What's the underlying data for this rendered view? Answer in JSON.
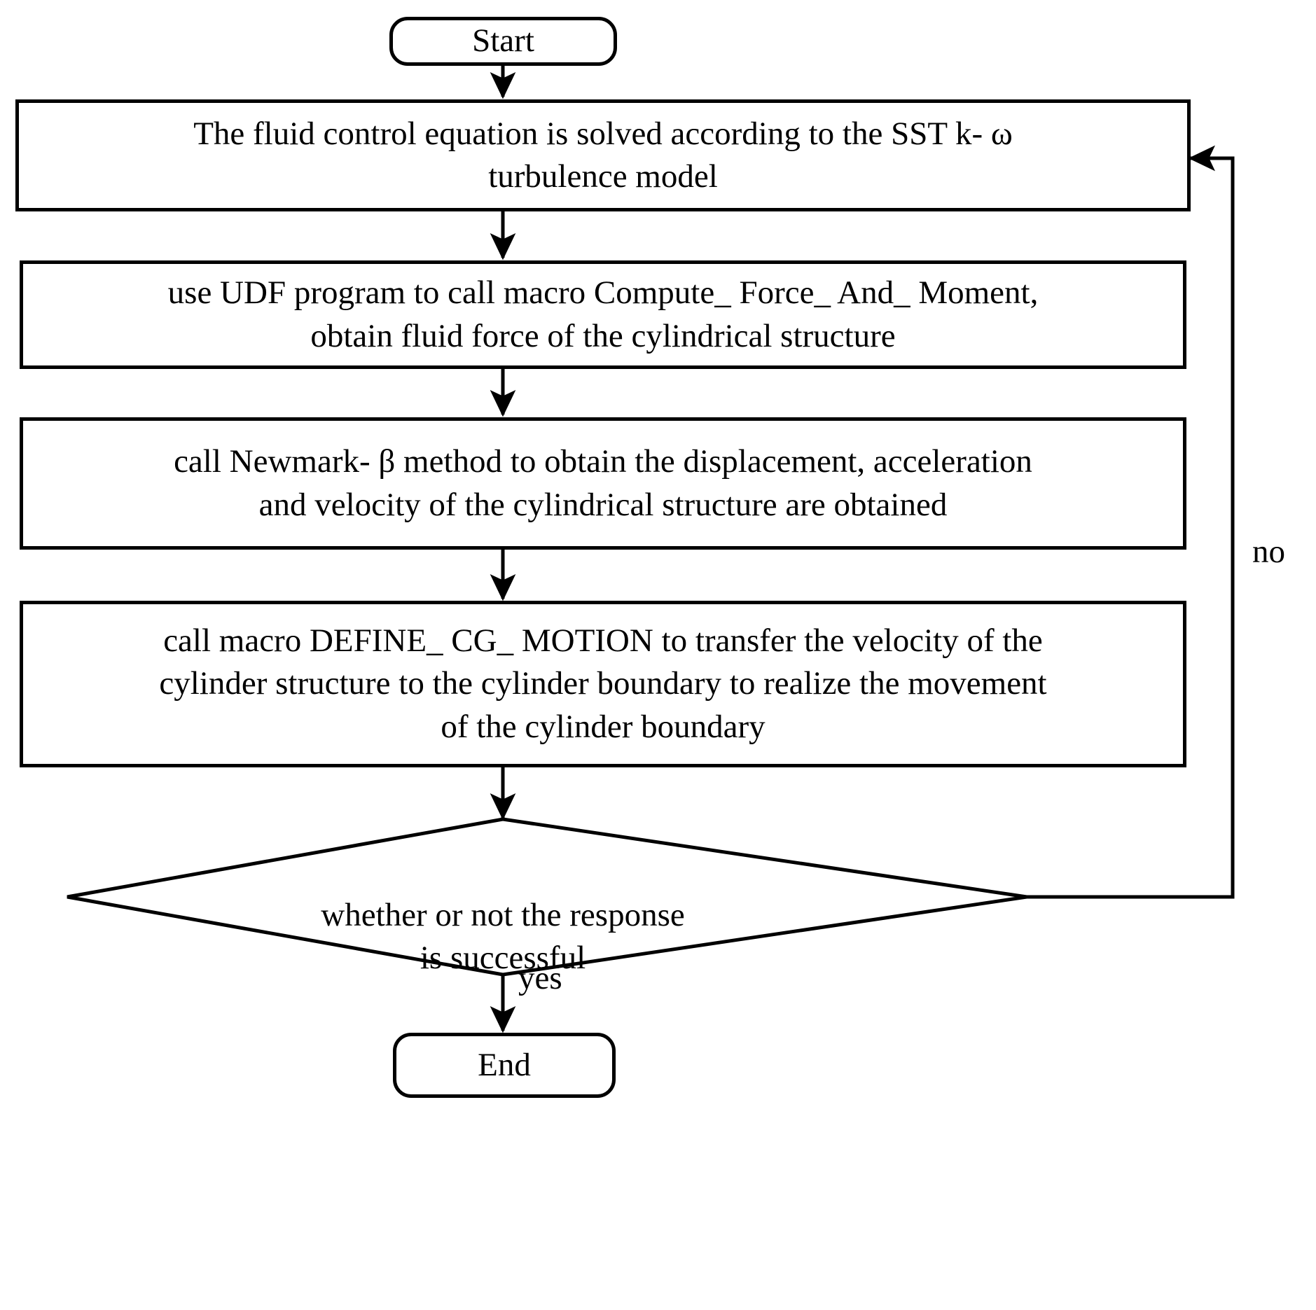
{
  "diagram": {
    "title": "CFD fluid-structure interaction solution flowchart",
    "background_color": "#ffffff",
    "line_color": "#000000",
    "nodes": {
      "start": {
        "label": "Start",
        "shape": "terminal"
      },
      "step1": {
        "label": "The fluid control equation is solved according to the SST k- ω\nturbulence model",
        "shape": "process"
      },
      "step2": {
        "label": "use UDF program to call macro Compute_ Force_ And_ Moment,\nobtain fluid force of the cylindrical  structure",
        "shape": "process"
      },
      "step3": {
        "label": "call Newmark- β method to obtain the displacement,  acceleration\nand velocity  of the cylindrical  structure are obtained",
        "shape": "process"
      },
      "step4": {
        "label": "call macro DEFINE_ CG_ MOTION  to transfer the velocity  of the\ncylinder  structure to the cylinder  boundary  to realize the movement\nof the cylinder  boundary",
        "shape": "process"
      },
      "decision": {
        "label": "whether  or not the response\nis successful",
        "shape": "decision"
      },
      "end": {
        "label": "End",
        "shape": "terminal"
      }
    },
    "edge_labels": {
      "no": "no",
      "yes": "yes"
    }
  }
}
